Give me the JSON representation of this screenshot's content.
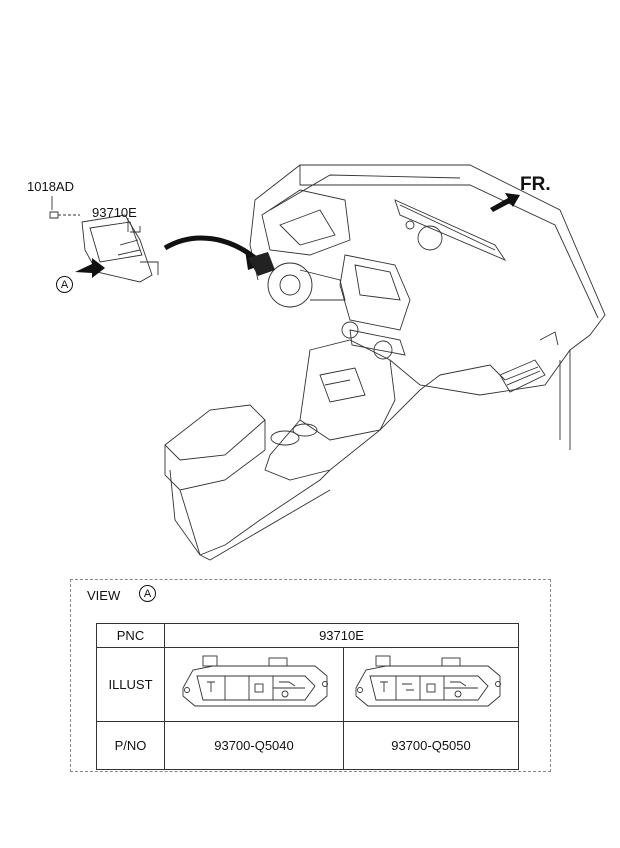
{
  "callouts": {
    "bolt_part": "1018AD",
    "switch_part": "93710E",
    "view_marker": "A",
    "front_label": "FR."
  },
  "view": {
    "title": "VIEW",
    "marker": "A"
  },
  "table": {
    "headers": [
      "PNC",
      "ILLUST",
      "P/NO"
    ],
    "pnc": "93710E",
    "parts": [
      {
        "pno": "93700-Q5040",
        "illust_icon": "switch-panel-variant-1-icon"
      },
      {
        "pno": "93700-Q5050",
        "illust_icon": "switch-panel-variant-2-icon"
      }
    ]
  },
  "colors": {
    "line": "#333333",
    "arrow": "#111111"
  }
}
